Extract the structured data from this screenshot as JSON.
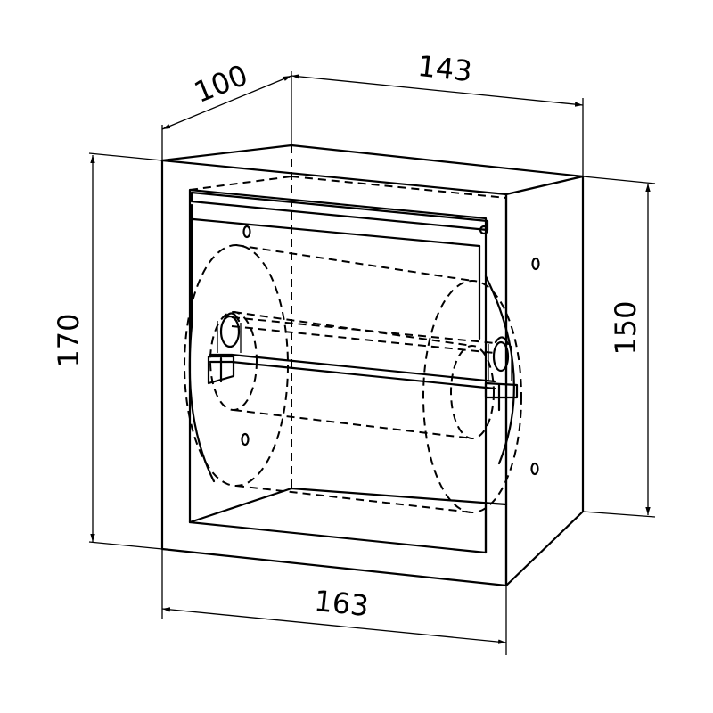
{
  "dimensions": {
    "depth": "100",
    "inner_width": "143",
    "outer_height": "170",
    "inner_height": "150",
    "outer_width": "163"
  },
  "colors": {
    "line": "#000000",
    "background": "#ffffff"
  }
}
